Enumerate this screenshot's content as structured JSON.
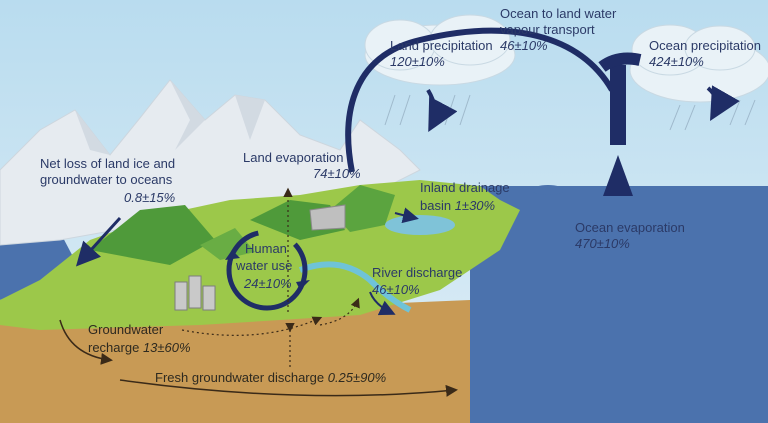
{
  "labels": {
    "ocean_to_land_line1": "Ocean to land water",
    "ocean_to_land_line2": "vapour transport",
    "ocean_to_land_value": "46±10%",
    "land_precip": "Land precipitation",
    "land_precip_value": "120±10%",
    "ocean_precip": "Ocean precipitation",
    "ocean_precip_value": "424±10%",
    "net_loss_line1": "Net loss of land ice and",
    "net_loss_line2": "groundwater to oceans",
    "net_loss_value": "0.8±15%",
    "land_evap": "Land evaporation",
    "land_evap_value": "74±10%",
    "inland_line1": "Inland drainage",
    "inland_line2": "basin",
    "inland_value": "1±30%",
    "ocean_evap": "Ocean evaporation",
    "ocean_evap_value": "470±10%",
    "human_line1": "Human",
    "human_line2": "water use",
    "human_value": "24±10%",
    "river": "River discharge",
    "river_value": "46±10%",
    "gw_recharge_line1": "Groundwater",
    "gw_recharge_line2": "recharge",
    "gw_recharge_value": "13±60%",
    "fresh_gw": "Fresh groundwater discharge",
    "fresh_gw_value": "0.25±90%"
  },
  "colors": {
    "sky": "#c8e4f2",
    "ocean": "#4b72ad",
    "land_top": "#9cc84a",
    "soil": "#c89a55",
    "mountain": "#e6ebf0",
    "arrow": "#1f2d66",
    "soil_arrow": "#3a2a18"
  }
}
